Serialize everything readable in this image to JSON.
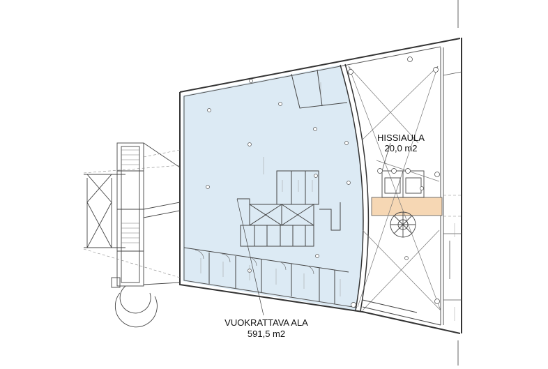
{
  "labels": {
    "hall_name": "HISSIAULA",
    "hall_area": "20,0 m2",
    "rentable_name": "VUOKRATTAVA ALA",
    "rentable_area": "591,5 m2"
  },
  "colors": {
    "rentable_fill": "#dceaf4",
    "hall_fill": "#f6d7b4",
    "line": "#333333",
    "light_line": "#8a8a8a"
  }
}
